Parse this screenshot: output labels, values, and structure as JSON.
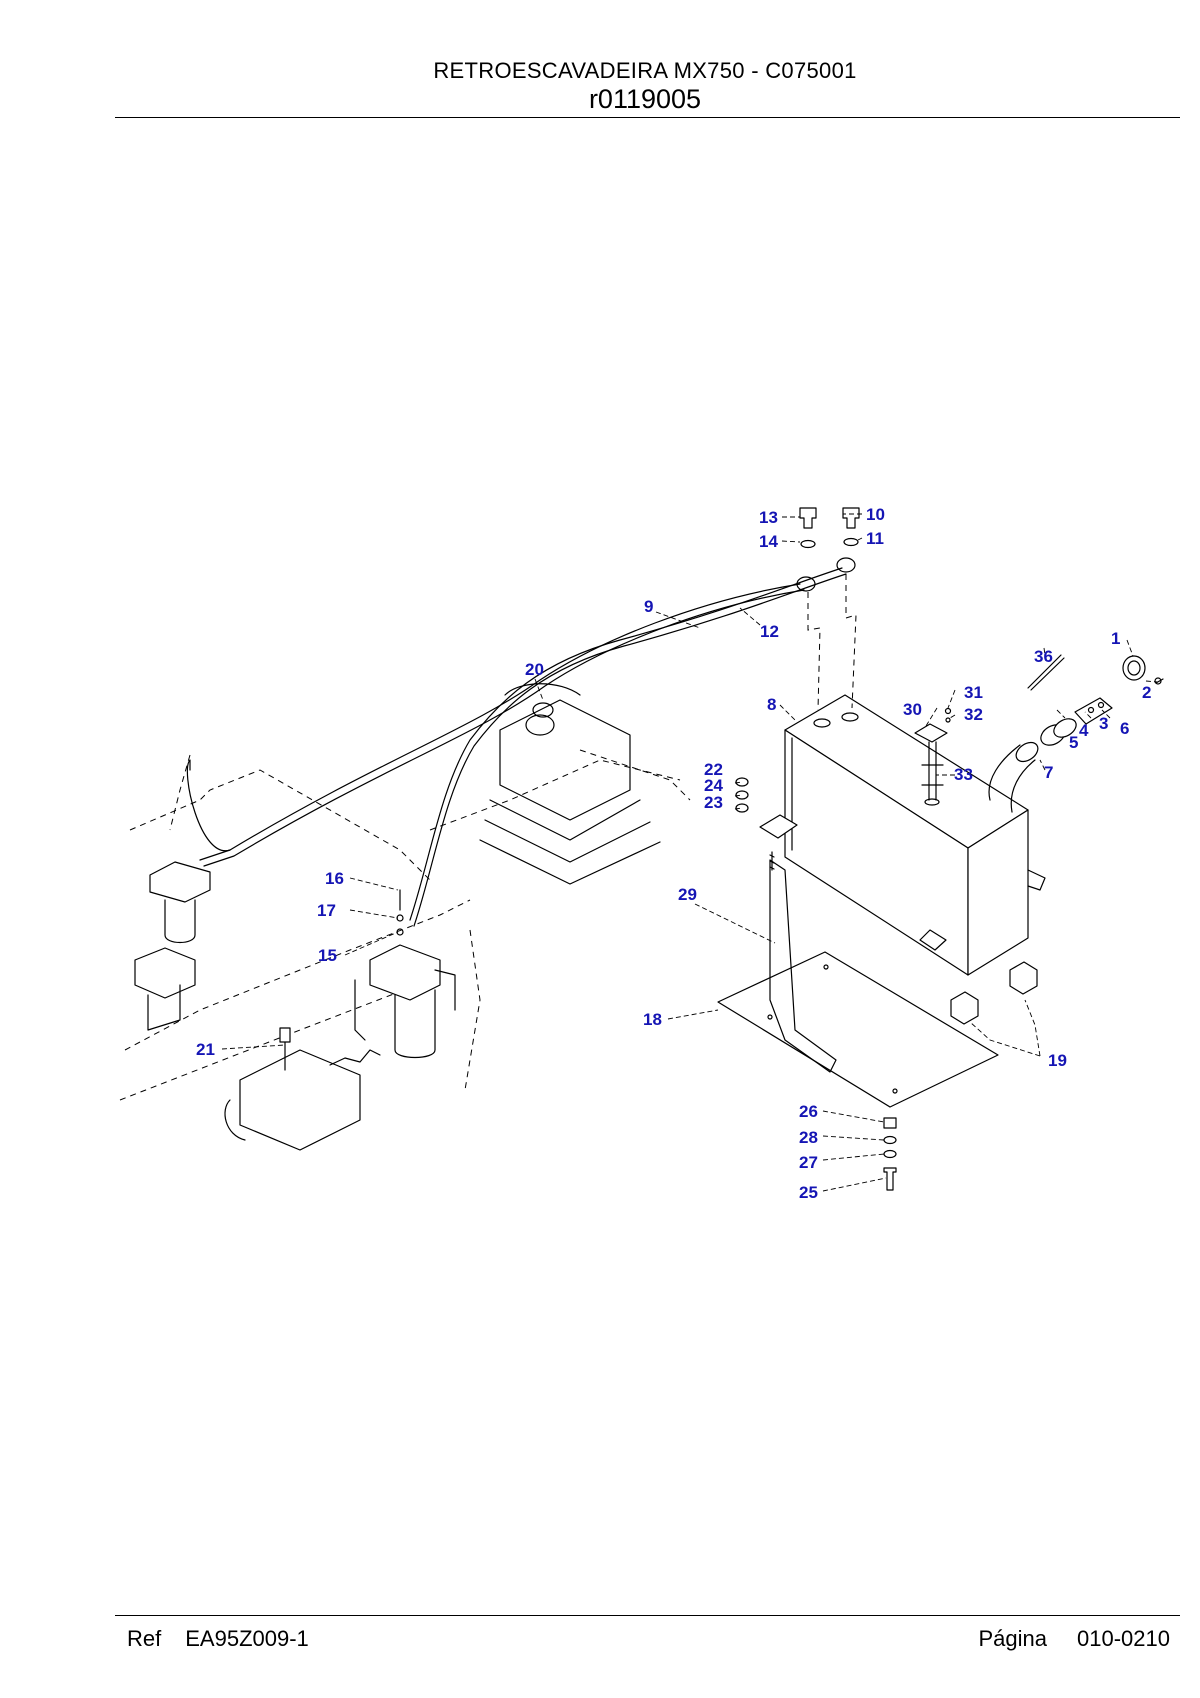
{
  "header": {
    "title": "RETROESCAVADEIRA MX750 - C075001",
    "code": "r0119005"
  },
  "footer": {
    "ref_label": "Ref",
    "ref_value": "EA95Z009-1",
    "page_label": "Página",
    "page_value": "010-0210"
  },
  "callouts": [
    "1",
    "2",
    "3",
    "4",
    "5",
    "6",
    "7",
    "8",
    "9",
    "10",
    "11",
    "12",
    "13",
    "14",
    "15",
    "16",
    "17",
    "18",
    "19",
    "20",
    "21",
    "22",
    "23",
    "24",
    "25",
    "26",
    "27",
    "28",
    "29",
    "30",
    "31",
    "32",
    "33",
    "36"
  ],
  "colors": {
    "callout": "#1515b4",
    "line": "#000000"
  }
}
